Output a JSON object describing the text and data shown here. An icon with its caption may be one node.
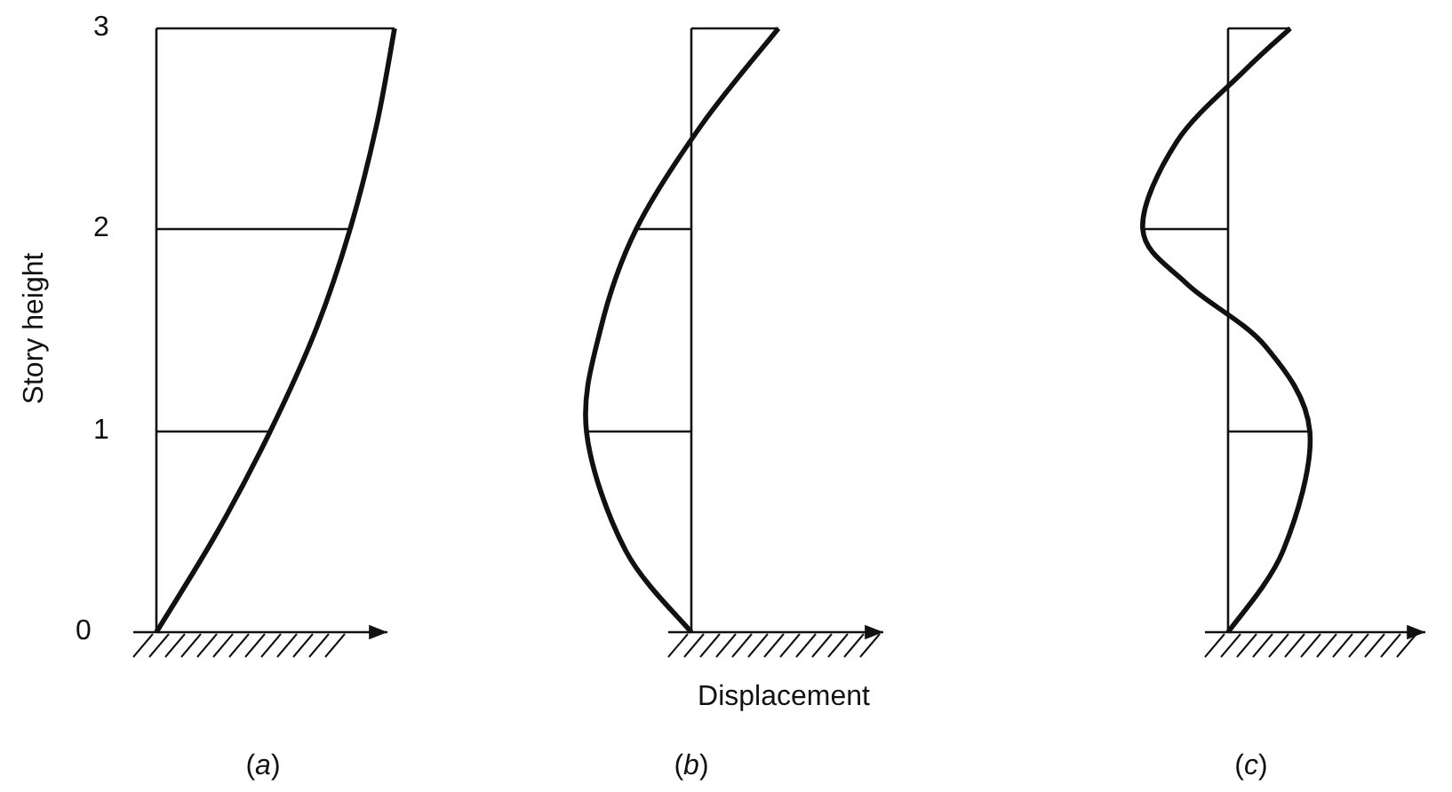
{
  "diagram": {
    "labels": [
      "3",
      "2",
      "1",
      "Story height",
      "0",
      "Displacement",
      "(*a*)",
      "(*b*)",
      "(*c*)"
    ]
  }
}
